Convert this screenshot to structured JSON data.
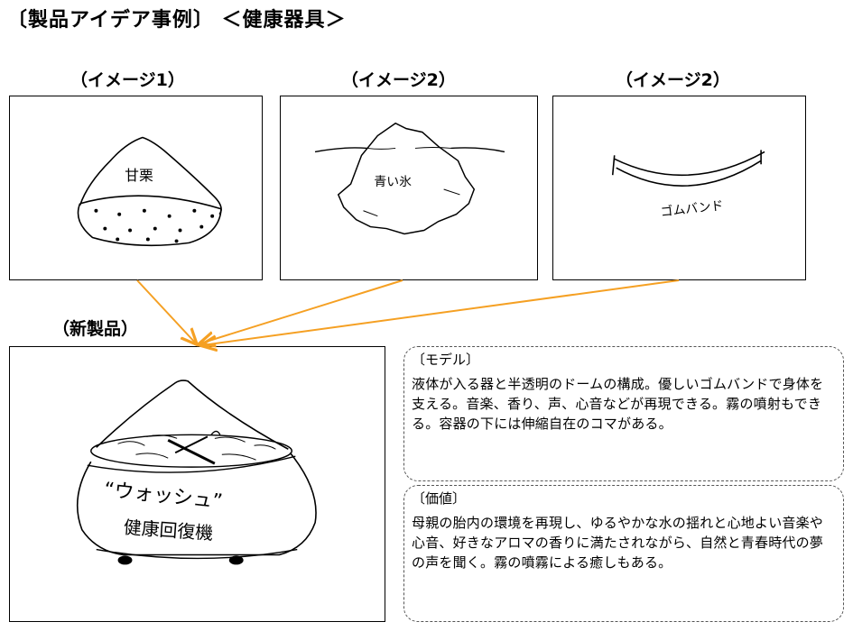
{
  "page": {
    "title": "〔製品アイデア事例〕 ＜健康器具＞"
  },
  "images": [
    {
      "label": "（イメージ1）",
      "sketch_text": "甘栗"
    },
    {
      "label": "（イメージ2）",
      "sketch_text": "青い氷"
    },
    {
      "label": "（イメージ2）",
      "sketch_text": "ゴムバンド"
    }
  ],
  "product": {
    "label": "（新製品）",
    "sketch_name": "“ウォッシュ”",
    "sketch_sub": "健康回復機"
  },
  "notes": {
    "model": {
      "heading": "〔モデル〕",
      "body": "液体が入る器と半透明のドームの構成。優しいゴムバンドで身体を支える。音楽、香り、声、心音などが再現できる。霧の噴射もできる。容器の下には伸縮自在のコマがある。"
    },
    "value": {
      "heading": "〔価値〕",
      "body": "母親の胎内の環境を再現し、ゆるやかな水の揺れと心地よい音楽や心音、好きなアロマの香りに満たされながら、自然と青春時代の夢の声を聞く。霧の噴霧による癒しもある。"
    }
  },
  "colors": {
    "arrow": "#f5a023",
    "border": "#000000",
    "dashed_border": "#555555"
  }
}
